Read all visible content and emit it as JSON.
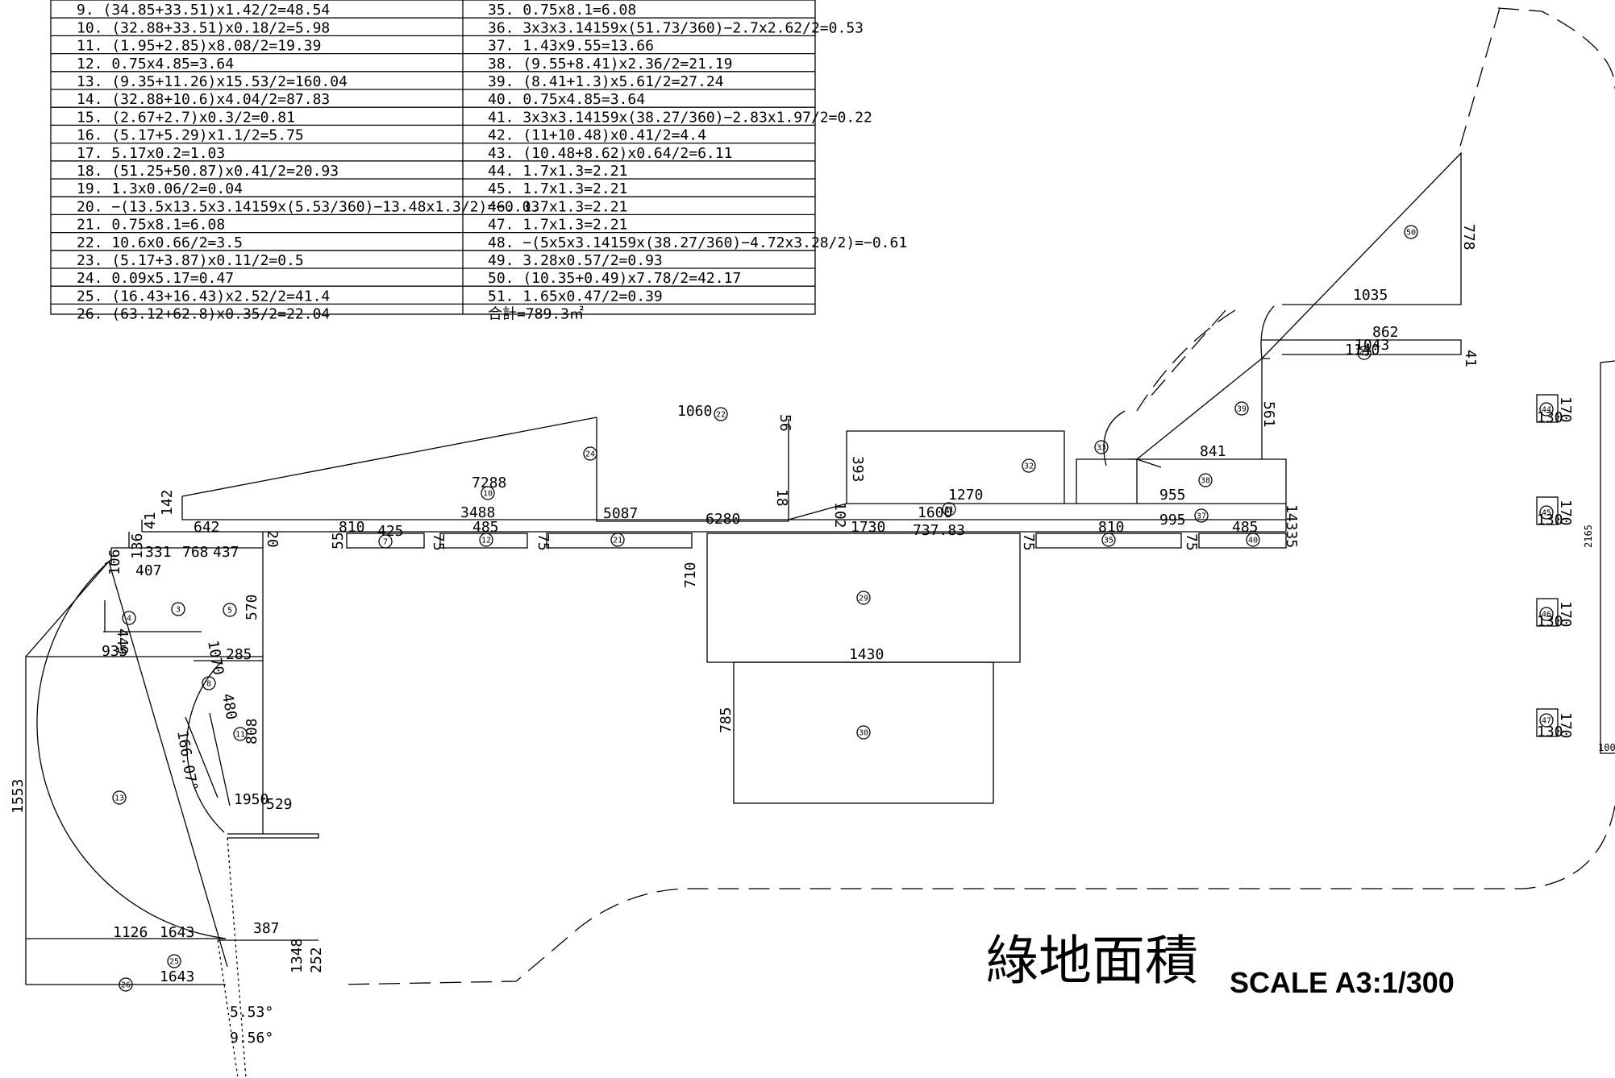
{
  "title": "綠地面積",
  "scale": "SCALE A3:1/300",
  "table_left": [
    "9.  (34.85+33.51)x1.42/2=48.54",
    "10.  (32.88+33.51)x0.18/2=5.98",
    "11.  (1.95+2.85)x8.08/2=19.39",
    "12.  0.75x4.85=3.64",
    "13.  (9.35+11.26)x15.53/2=160.04",
    "14.  (32.88+10.6)x4.04/2=87.83",
    "15.  (2.67+2.7)x0.3/2=0.81",
    "16.  (5.17+5.29)x1.1/2=5.75",
    "17.  5.17x0.2=1.03",
    "18.  (51.25+50.87)x0.41/2=20.93",
    "19.  1.3x0.06/2=0.04",
    "20.  −(13.5x13.5x3.14159x(5.53/360)−13.48x1.3/2)=−0.03",
    "21.  0.75x8.1=6.08",
    "22.  10.6x0.66/2=3.5",
    "23.  (5.17+3.87)x0.11/2=0.5",
    "24.  0.09x5.17=0.47",
    "25.  (16.43+16.43)x2.52/2=41.4",
    "26.  (63.12+62.8)x0.35/2=22.04"
  ],
  "table_right": [
    "35.  0.75x8.1=6.08",
    "36.  3x3x3.14159x(51.73/360)−2.7x2.62/2=0.53",
    "37.  1.43x9.55=13.66",
    "38.  (9.55+8.41)x2.36/2=21.19",
    "39.  (8.41+1.3)x5.61/2=27.24",
    "40.  0.75x4.85=3.64",
    "41.  3x3x3.14159x(38.27/360)−2.83x1.97/2=0.22",
    "42.  (11+10.48)x0.41/2=4.4",
    "43.  (10.48+8.62)x0.64/2=6.11",
    "44.  1.7x1.3=2.21",
    "45.  1.7x1.3=2.21",
    "46.  1.7x1.3=2.21",
    "47.  1.7x1.3=2.21",
    "48.  −(5x5x3.14159x(38.27/360)−4.72x3.28/2)=−0.61",
    "49.  3.28x0.57/2=0.93",
    "50.  (10.35+0.49)x7.78/2=42.17",
    "51.  1.65x0.47/2=0.39",
    "合計=789.3㎡"
  ],
  "dims": {
    "d1060": "1060",
    "d56": "56",
    "d7288": "7288",
    "d3488": "3488",
    "d5087": "5087",
    "d6280": "6280",
    "d142": "142",
    "d18": "18",
    "d642": "642",
    "d20": "20",
    "d810a": "810",
    "d425": "425",
    "d485a": "485",
    "d75a": "75",
    "d75b": "75",
    "d55": "55",
    "d136": "136",
    "d41": "41",
    "d331": "331",
    "d768": "768",
    "d437": "437",
    "d106": "106",
    "d407": "407",
    "d449": "449",
    "d570": "570",
    "d935": "935",
    "d285": "285",
    "d1070": "1070",
    "d808": "808",
    "d480": "480",
    "d166": "166.07°",
    "d1950": "1950",
    "d529": "529",
    "d1553": "1553",
    "d1126": "1126",
    "d1643a": "1643",
    "d1643b": "1643",
    "d387": "387",
    "d1348": "1348",
    "d252": "252",
    "d553": "5.53°",
    "d956": "9.56°",
    "d393": "393",
    "d1270": "1270",
    "d1600": "1600",
    "d102": "102",
    "d1730": "1730",
    "d73783": "737.83",
    "d710": "710",
    "d1430": "1430",
    "d785": "785",
    "d75c": "75",
    "d810b": "810",
    "d955": "955",
    "d995": "995",
    "d485b": "485",
    "d75d": "75",
    "d14335": "14335",
    "d841": "841",
    "d561": "561",
    "d1035": "1035",
    "d778": "778",
    "d862": "862",
    "d1043": "1043",
    "d1140": "1140",
    "d41b": "41",
    "d170a": "170",
    "d170b": "170",
    "d170c": "170",
    "d170d": "170",
    "d130a": "130",
    "d130b": "130",
    "d130c": "130",
    "d130d": "130",
    "d2165": "2165",
    "d100": "100"
  },
  "bubbles": [
    {
      "id": "b3",
      "label": "3"
    },
    {
      "id": "b4",
      "label": "4"
    },
    {
      "id": "b5",
      "label": "5"
    },
    {
      "id": "b7",
      "label": "7"
    },
    {
      "id": "b8",
      "label": "8"
    },
    {
      "id": "b10",
      "label": "10"
    },
    {
      "id": "b11",
      "label": "11"
    },
    {
      "id": "b12",
      "label": "12"
    },
    {
      "id": "b13",
      "label": "13"
    },
    {
      "id": "b21",
      "label": "21"
    },
    {
      "id": "b22",
      "label": "22"
    },
    {
      "id": "b24",
      "label": "24"
    },
    {
      "id": "b25",
      "label": "25"
    },
    {
      "id": "b26",
      "label": "26"
    },
    {
      "id": "b29",
      "label": "29"
    },
    {
      "id": "b30",
      "label": "30"
    },
    {
      "id": "b31",
      "label": "31"
    },
    {
      "id": "b32",
      "label": "32"
    },
    {
      "id": "b33",
      "label": "33"
    },
    {
      "id": "b35",
      "label": "35"
    },
    {
      "id": "b37",
      "label": "37"
    },
    {
      "id": "b38",
      "label": "38"
    },
    {
      "id": "b39",
      "label": "39"
    },
    {
      "id": "b40",
      "label": "40"
    },
    {
      "id": "b42",
      "label": "42"
    },
    {
      "id": "b44",
      "label": "44"
    },
    {
      "id": "b45",
      "label": "45"
    },
    {
      "id": "b46",
      "label": "46"
    },
    {
      "id": "b47",
      "label": "47"
    },
    {
      "id": "b50",
      "label": "50"
    }
  ]
}
